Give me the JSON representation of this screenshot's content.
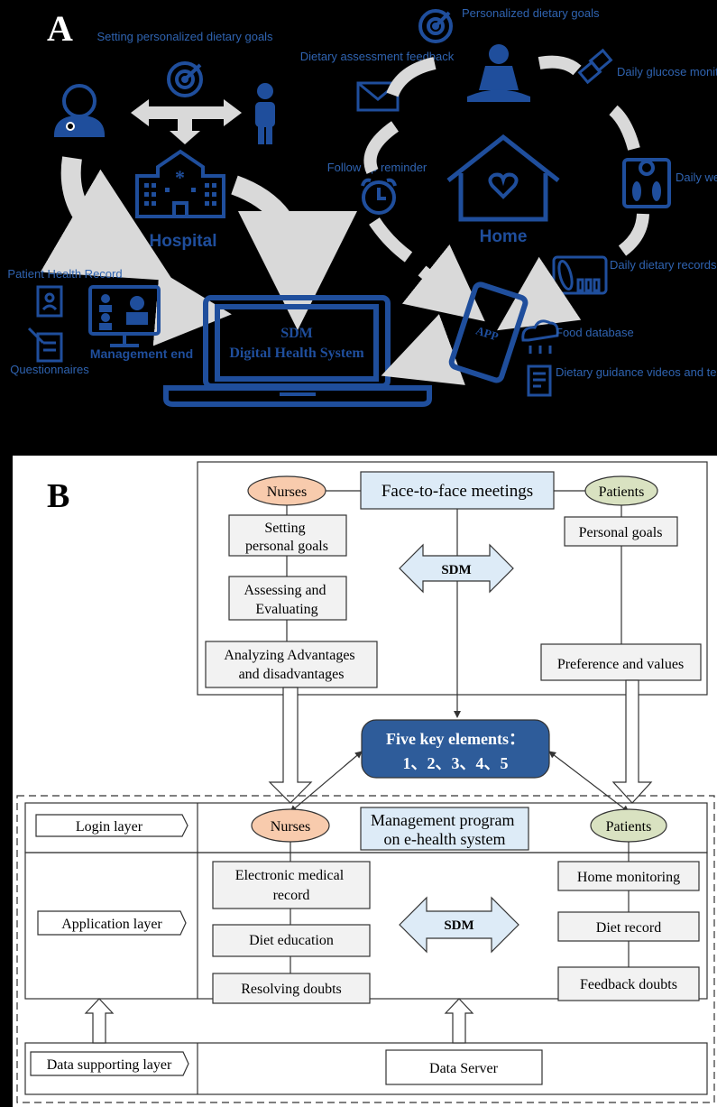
{
  "colors": {
    "panel_a_bg": "#000000",
    "icon_blue": "#1f4e9c",
    "text_blue": "#2f63b0",
    "arrow_grey": "#d9d9d9",
    "nurse_oval": "#f8cbad",
    "patient_oval": "#d9e2c1",
    "header_box": "#ddebf7",
    "key_box": "#2e5c9a",
    "box_grey": "#f2f2f2",
    "sdm_arrow": "#ddebf7"
  },
  "panelA": {
    "label": "A",
    "hospital": {
      "label": "Hospital",
      "goals_label": "Setting personalized dietary goals",
      "icons": [
        "doctor-icon",
        "person-icon",
        "target-icon",
        "hospital-icon"
      ]
    },
    "management": {
      "label": "Management end",
      "health_record": "Patient Health Record",
      "questionnaires": "Questionnaires"
    },
    "system": {
      "line1": "SDM",
      "line2": "Digital Health System"
    },
    "home": {
      "label": "Home",
      "personalized_goals": "Personalized dietary goals",
      "assessment_feedback": "Dietary assessment feedback",
      "glucose": "Daily glucose monitoring",
      "followup": "Follow up reminder",
      "weight": "Daily weight",
      "dietary_records": "Daily dietary records",
      "app": "APP",
      "food_db": "Food database",
      "guidance": "Dietary guidance videos and texts"
    }
  },
  "panelB": {
    "label": "B",
    "top": {
      "nurses": "Nurses",
      "patients": "Patients",
      "meetings": "Face-to-face meetings",
      "nurse_steps": [
        [
          "Setting",
          "personal goals"
        ],
        [
          "Assessing and",
          "Evaluating"
        ],
        [
          "Analyzing Advantages",
          "and disadvantages"
        ]
      ],
      "patient_steps": [
        "Personal goals",
        "Preference and values"
      ],
      "sdm": "SDM"
    },
    "key": {
      "line1": "Five key elements：",
      "line2": "1、2、3、4、5"
    },
    "bottom": {
      "layers": [
        "Login layer",
        "Application layer",
        "Data supporting layer"
      ],
      "nurses": "Nurses",
      "patients": "Patients",
      "program": [
        "Management program",
        "on e-health system"
      ],
      "nurse_apps": [
        [
          "Electronic medical",
          "record"
        ],
        [
          "Diet education"
        ],
        [
          "Resolving doubts"
        ]
      ],
      "patient_apps": [
        "Home monitoring",
        "Diet record",
        "Feedback doubts"
      ],
      "sdm": "SDM",
      "server": "Data Server"
    }
  }
}
